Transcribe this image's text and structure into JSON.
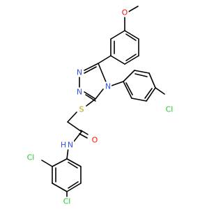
{
  "molecule": {
    "atoms": {
      "o_methoxy": "O",
      "n1": "N",
      "n2": "N",
      "n4": "N",
      "s": "S",
      "o_carbonyl": "O",
      "nh": "N",
      "h": "H",
      "cl_chlorophenyl": "Cl",
      "cl_ortho": "Cl",
      "cl_para": "Cl"
    }
  },
  "colors": {
    "oxygen": "#ff0d0d",
    "nitrogen": "#3050f8",
    "sulfur": "#b8a000",
    "chlorine": "#1fcc1f",
    "carbon": "#000000"
  }
}
